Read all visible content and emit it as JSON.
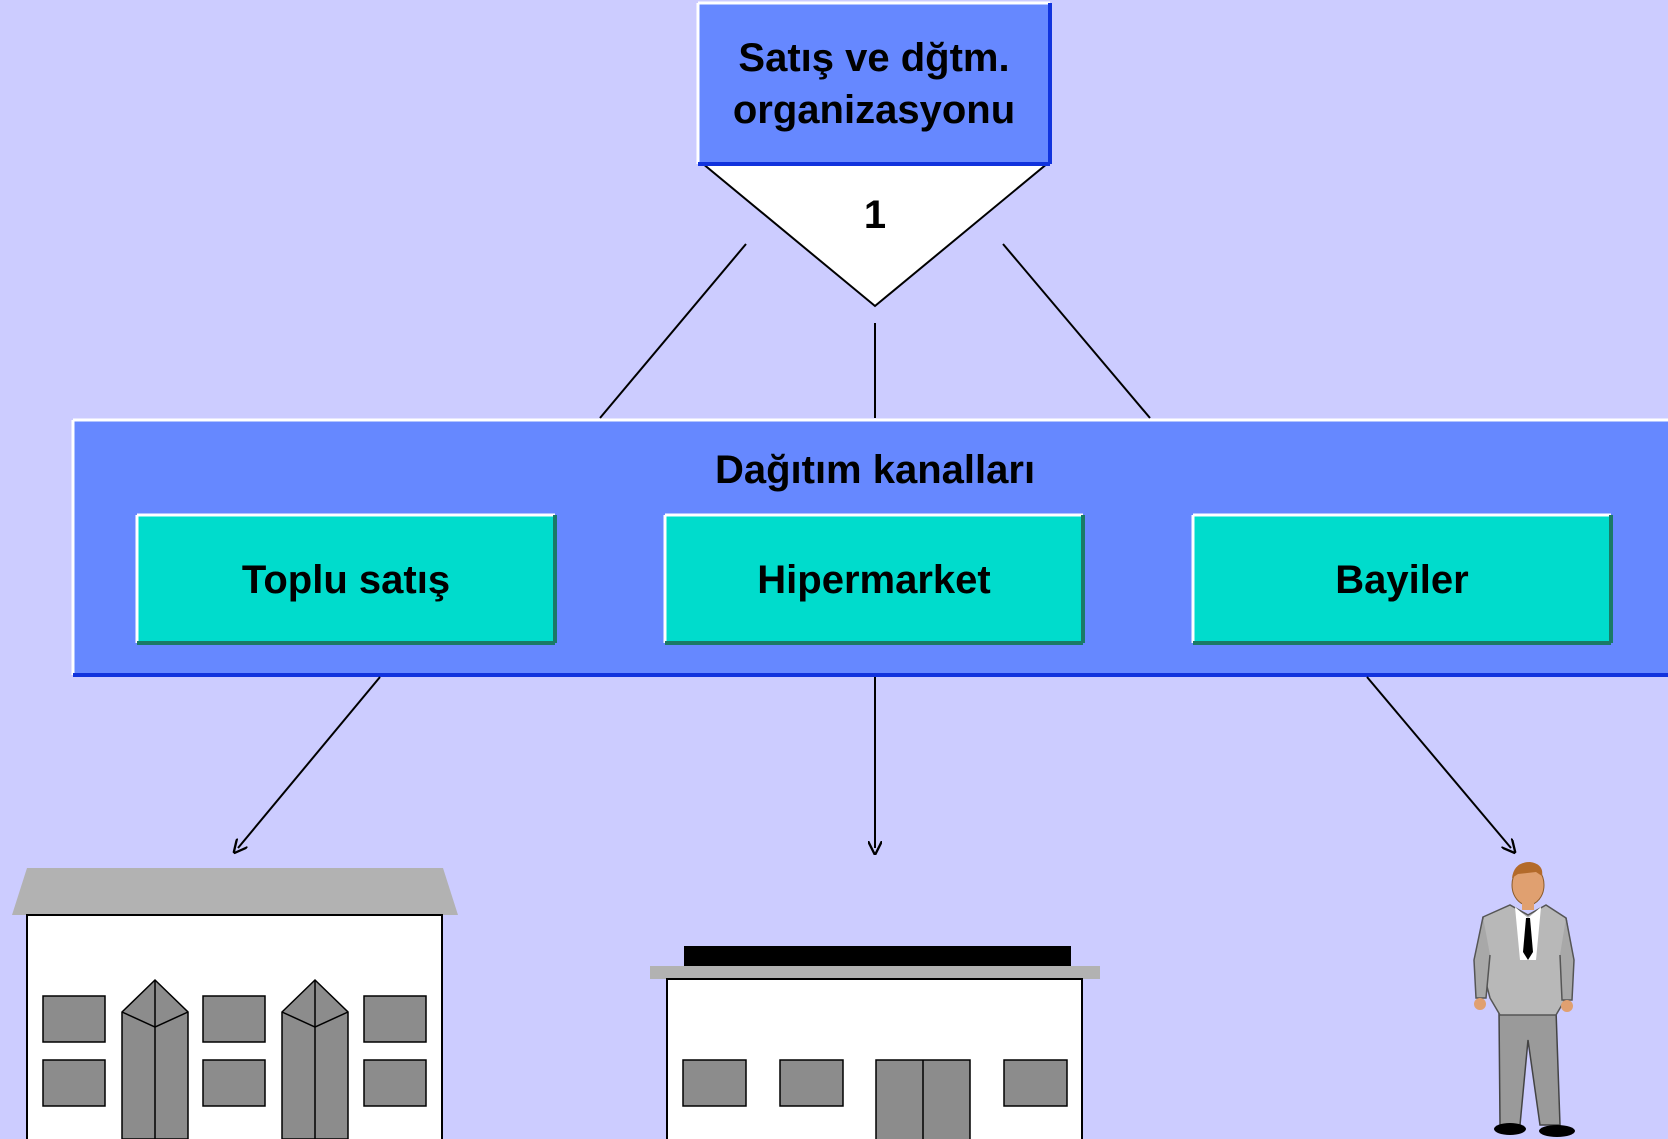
{
  "org": {
    "title_line1": "Satış ve dğtm.",
    "title_line2": "organizasyonu",
    "number": "1"
  },
  "channels": {
    "group_title": "Dağıtım kanalları",
    "items": [
      {
        "label": "Toplu satış",
        "icon": "office-building-icon"
      },
      {
        "label": "Hipermarket",
        "icon": "store-building-icon"
      },
      {
        "label": "Bayiler",
        "icon": "businessman-icon"
      }
    ]
  },
  "colors": {
    "background": "#ccccff",
    "org_box": "#6688ff",
    "group_box": "#6688ff",
    "channel_box": "#00dccc",
    "border_dark": "#1133dd"
  }
}
